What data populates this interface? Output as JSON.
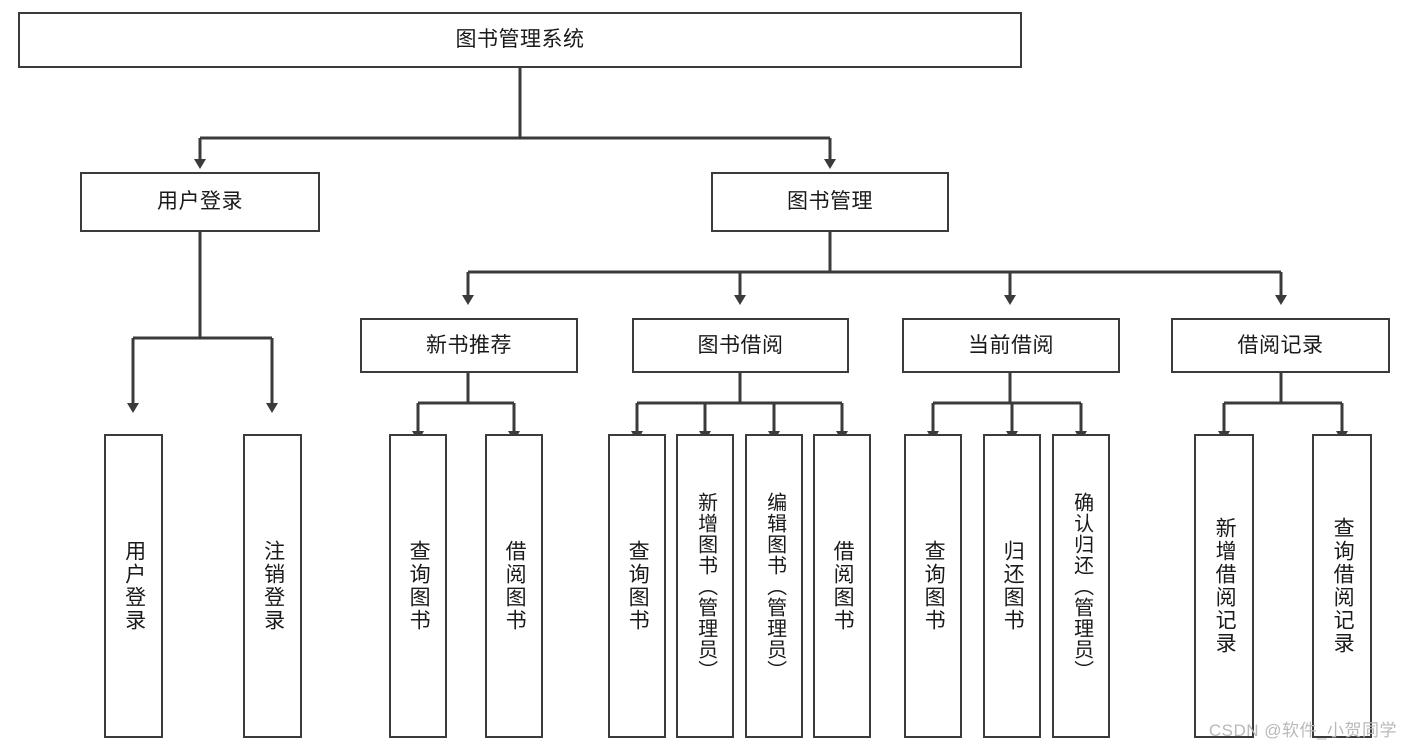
{
  "diagram": {
    "type": "tree-hierarchy-chart",
    "title": "图书管理系统",
    "stroke_color": "#3b3b3b",
    "text_color": "#1a1a1a",
    "background": "#ffffff",
    "levels": {
      "level1": {
        "label": "图书管理系统"
      },
      "level2": [
        {
          "label": "用户登录"
        },
        {
          "label": "图书管理"
        }
      ],
      "level3": [
        {
          "label": "新书推荐"
        },
        {
          "label": "图书借阅"
        },
        {
          "label": "当前借阅"
        },
        {
          "label": "借阅记录"
        }
      ],
      "leaves": [
        {
          "label": "用户登录",
          "parent": "用户登录"
        },
        {
          "label": "注销登录",
          "parent": "用户登录"
        },
        {
          "label": "查询图书",
          "parent": "新书推荐"
        },
        {
          "label": "借阅图书",
          "parent": "新书推荐"
        },
        {
          "label": "查询图书",
          "parent": "图书借阅"
        },
        {
          "label": "新增图书（管理员）",
          "parent": "图书借阅"
        },
        {
          "label": "编辑图书（管理员）",
          "parent": "图书借阅"
        },
        {
          "label": "借阅图书",
          "parent": "图书借阅"
        },
        {
          "label": "查询图书",
          "parent": "当前借阅"
        },
        {
          "label": "归还图书",
          "parent": "当前借阅"
        },
        {
          "label": "确认归还（管理员）",
          "parent": "当前借阅"
        },
        {
          "label": "新增借阅记录",
          "parent": "借阅记录"
        },
        {
          "label": "查询借阅记录",
          "parent": "借阅记录"
        }
      ]
    },
    "watermark": "CSDN @软件_小贺同学"
  }
}
